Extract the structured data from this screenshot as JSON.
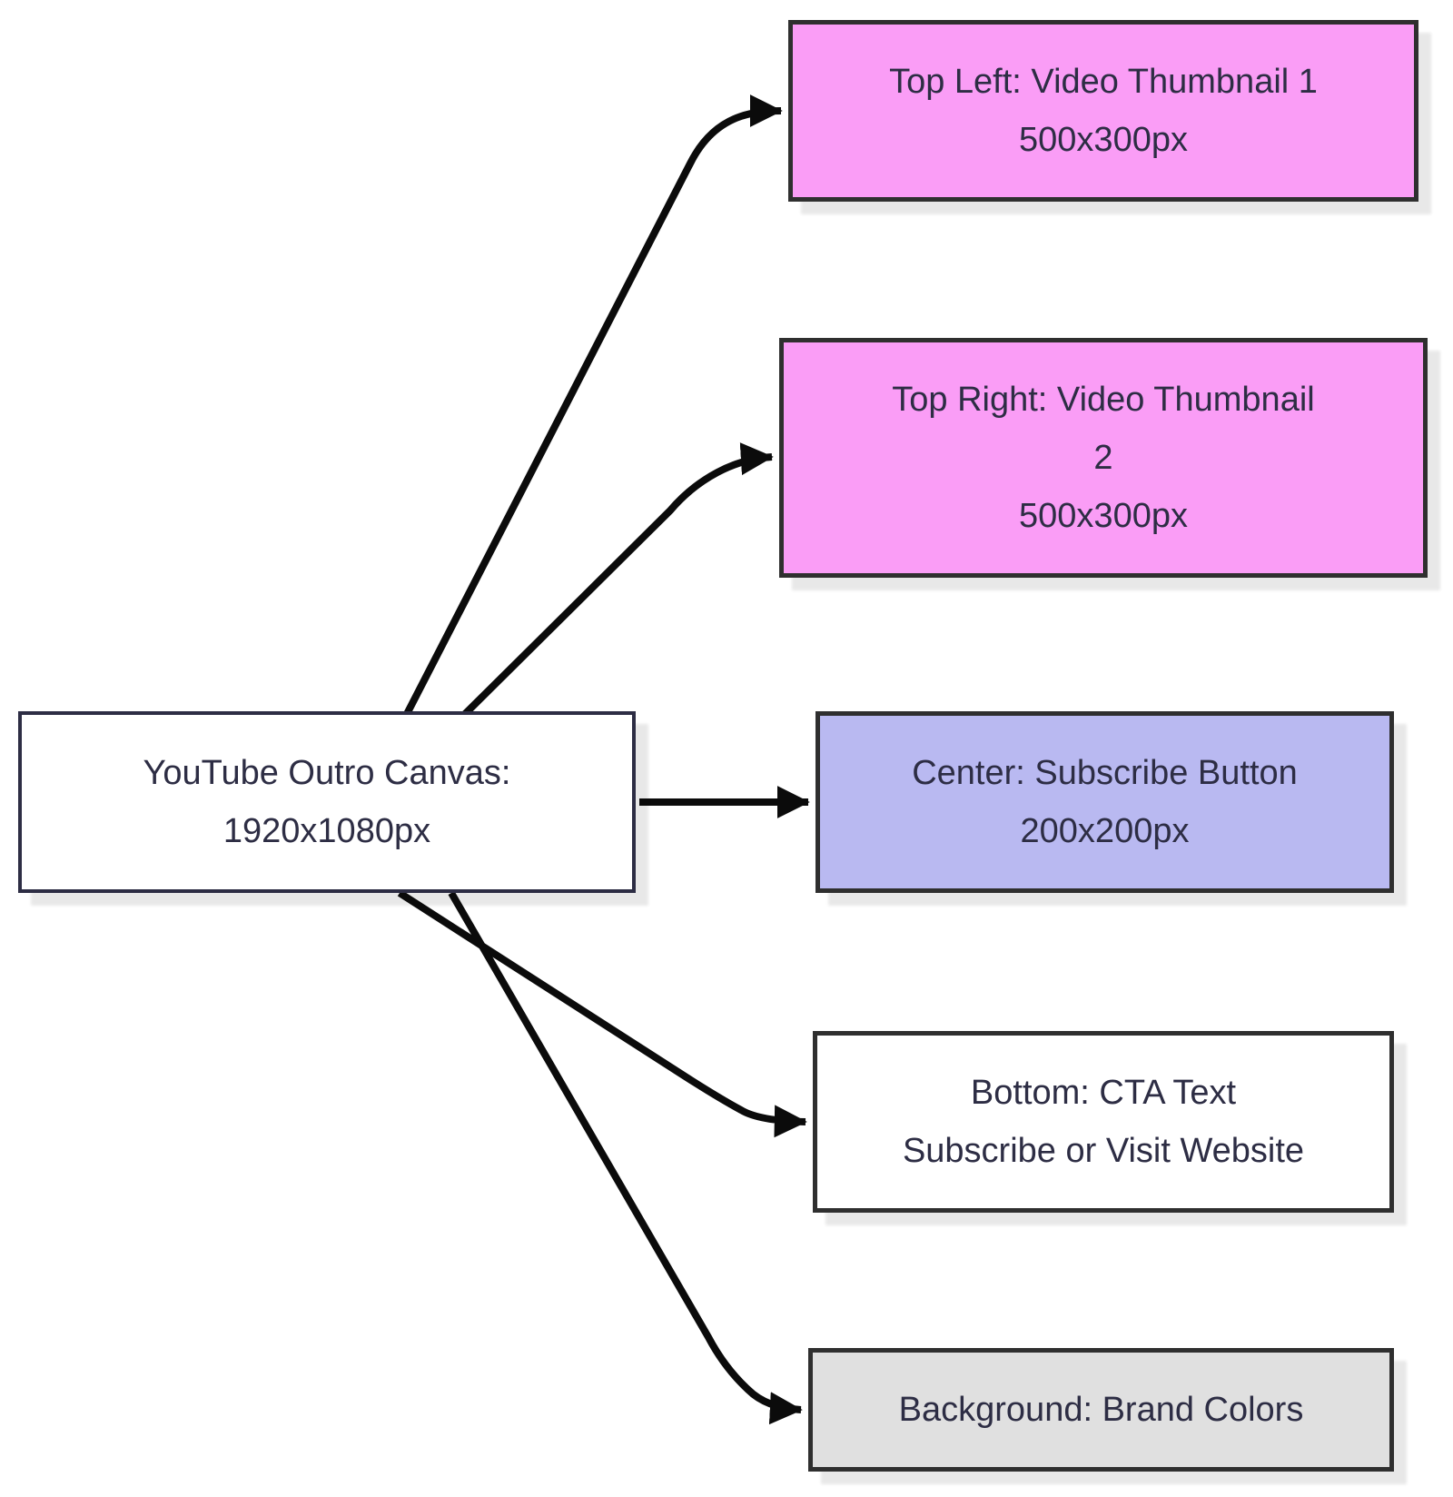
{
  "diagram": {
    "type": "flowchart",
    "direction": "left-to-right",
    "nodes": {
      "canvas": {
        "lines": [
          "YouTube Outro Canvas:",
          "1920x1080px"
        ],
        "role": "source"
      },
      "thumb1": {
        "lines": [
          "Top Left: Video Thumbnail 1",
          "500x300px"
        ],
        "role": "target"
      },
      "thumb2": {
        "lines": [
          "Top Right: Video Thumbnail",
          "2",
          "500x300px"
        ],
        "role": "target"
      },
      "subscribe": {
        "lines": [
          "Center: Subscribe Button",
          "200x200px"
        ],
        "role": "target"
      },
      "cta": {
        "lines": [
          "Bottom: CTA Text",
          "Subscribe or Visit Website"
        ],
        "role": "target"
      },
      "background": {
        "lines": [
          "Background: Brand Colors"
        ],
        "role": "target"
      }
    },
    "edges": [
      {
        "from": "canvas",
        "to": "thumb1"
      },
      {
        "from": "canvas",
        "to": "thumb2"
      },
      {
        "from": "canvas",
        "to": "subscribe"
      },
      {
        "from": "canvas",
        "to": "cta"
      },
      {
        "from": "canvas",
        "to": "background"
      }
    ],
    "colors": {
      "canvas_fill": "#ffffff",
      "canvas_border": "#2d2d44",
      "thumbnail_fill": "#fa9df6",
      "subscribe_fill": "#b9b9f1",
      "cta_fill": "#ffffff",
      "background_fill": "#e0e0e0",
      "node_border": "#2f2f2f",
      "text": "#2d2d44",
      "arrow": "#0b0b0b",
      "page_background": "#ffffff"
    }
  }
}
